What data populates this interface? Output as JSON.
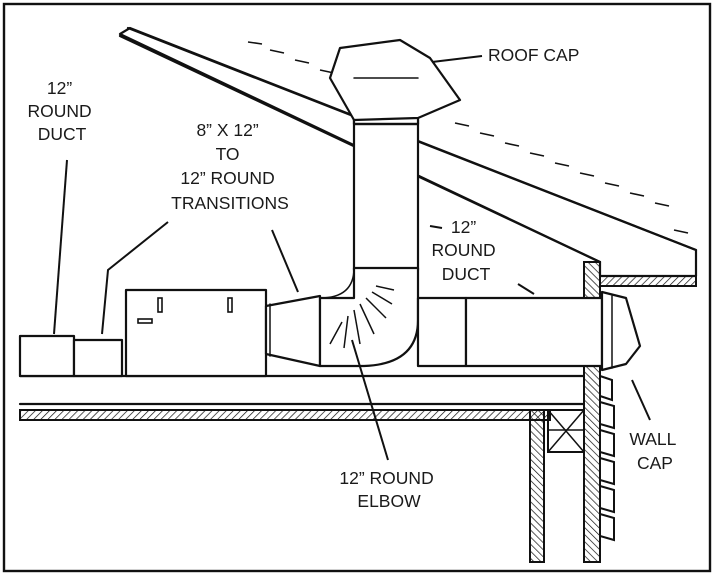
{
  "diagram": {
    "labels": {
      "roof_cap": [
        "ROOF CAP"
      ],
      "duct_left": [
        "12”",
        "ROUND",
        "DUCT"
      ],
      "transitions": [
        "8” X 12”",
        "TO",
        "12” ROUND",
        "TRANSITIONS"
      ],
      "duct_right": [
        "12”",
        "ROUND",
        "DUCT"
      ],
      "wall_cap": [
        "WALL",
        "CAP"
      ],
      "elbow": [
        "12” ROUND",
        "ELBOW"
      ]
    }
  }
}
